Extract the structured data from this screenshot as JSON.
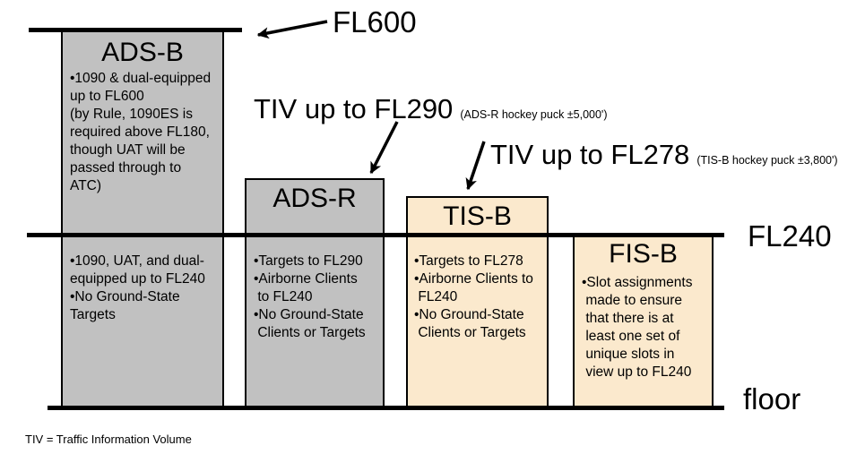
{
  "colors": {
    "bar_gray": "#c1c1c1",
    "bar_cream": "#fbe9cd",
    "line_black": "#000000",
    "background": "#ffffff"
  },
  "labels": {
    "fl600": "FL600",
    "fl240": "FL240",
    "floor": "floor",
    "tiv_fl290": "TIV up to FL290",
    "tiv_fl290_note": "(ADS-R hockey puck ±5,000')",
    "tiv_fl278": "TIV up to FL278",
    "tiv_fl278_note": "(TIS-B hockey puck ±3,800')",
    "legend": "TIV = Traffic Information Volume"
  },
  "bars": {
    "ads_b": {
      "title": "ADS-B",
      "upper_text": "•1090 & dual-equipped\nup to FL600\n(by Rule, 1090ES is\nrequired above FL180,\nthough UAT will be\npassed through to\nATC)",
      "lower_text": "•1090, UAT, and dual-\nequipped up to FL240\n•No Ground-State\nTargets"
    },
    "ads_r": {
      "title": "ADS-R",
      "body_text": "•Targets to FL290\n•Airborne Clients\n to FL240\n•No Ground-State\n Clients or Targets"
    },
    "tis_b": {
      "title": "TIS-B",
      "body_text": "•Targets to FL278\n•Airborne Clients to\n FL240\n•No Ground-State\n Clients or Targets"
    },
    "fis_b": {
      "title": "FIS-B",
      "body_text": "•Slot assignments\n made to ensure\n that there is at\n least one set of\n unique slots in\n view up to FL240"
    }
  }
}
